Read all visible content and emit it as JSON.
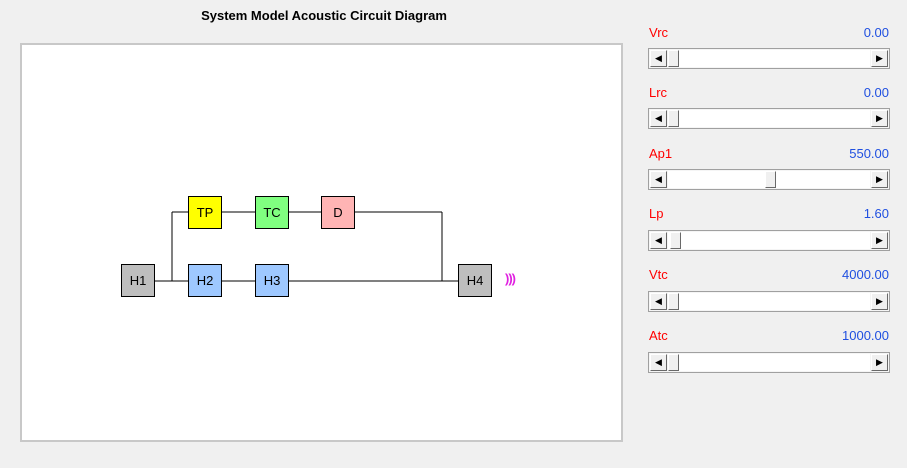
{
  "title": "System Model Acoustic Circuit Diagram",
  "nodes": [
    {
      "id": "H1",
      "label": "H1",
      "color": "#bebebe"
    },
    {
      "id": "TP",
      "label": "TP",
      "color": "#ffff00"
    },
    {
      "id": "TC",
      "label": "TC",
      "color": "#80ff80"
    },
    {
      "id": "D",
      "label": "D",
      "color": "#ffb4b4"
    },
    {
      "id": "H2",
      "label": "H2",
      "color": "#9ec8ff"
    },
    {
      "id": "H3",
      "label": "H3",
      "color": "#9ec8ff"
    },
    {
      "id": "H4",
      "label": "H4",
      "color": "#bebebe"
    }
  ],
  "output_icon": "sound-wave-icon",
  "output_symbol": ")))",
  "params": [
    {
      "label": "Vrc",
      "value": "0.00",
      "fraction": 0.0
    },
    {
      "label": "Lrc",
      "value": "0.00",
      "fraction": 0.0
    },
    {
      "label": "Ap1",
      "value": "550.00",
      "fraction": 0.51
    },
    {
      "label": "Lp",
      "value": "1.60",
      "fraction": 0.01
    },
    {
      "label": "Vtc",
      "value": "4000.00",
      "fraction": 0.0
    },
    {
      "label": "Atc",
      "value": "1000.00",
      "fraction": 0.0
    }
  ],
  "scroll_left_glyph": "◀",
  "scroll_right_glyph": "▶"
}
